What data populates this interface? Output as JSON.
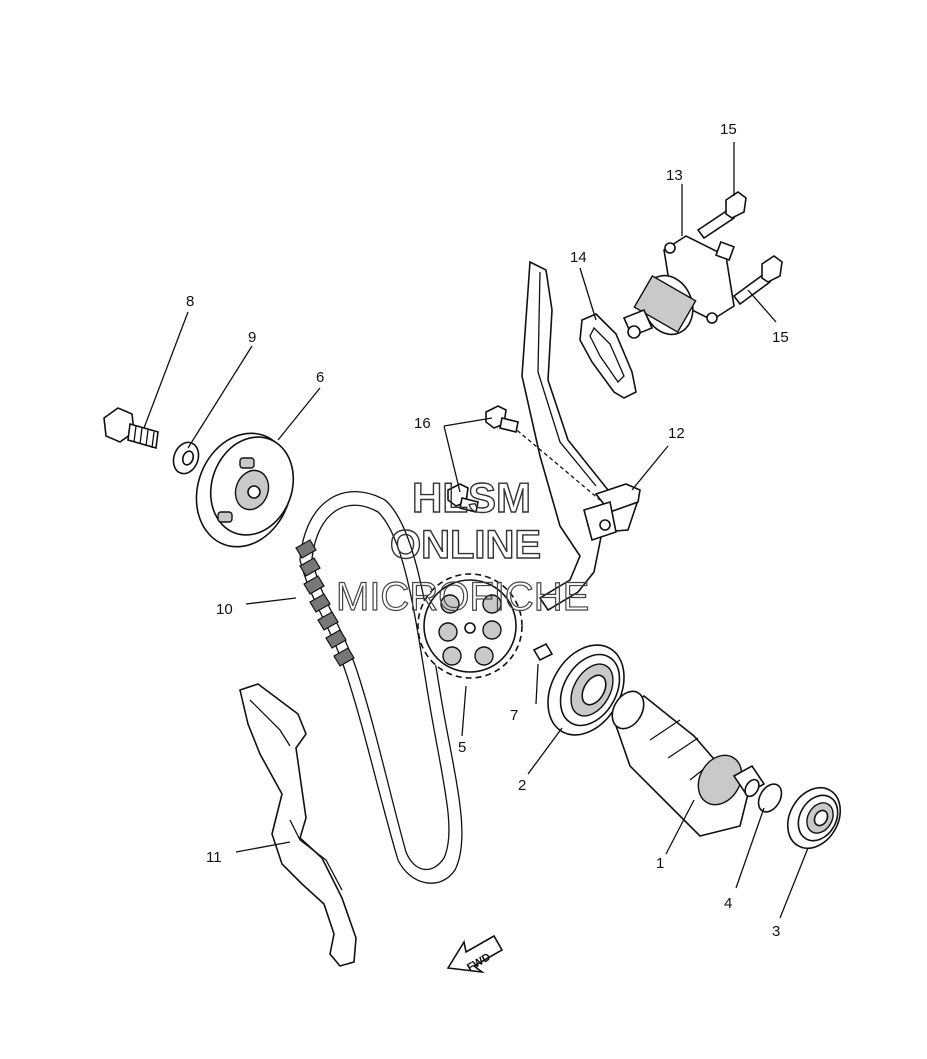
{
  "diagram": {
    "callouts": [
      {
        "id": "c1",
        "text": "1"
      },
      {
        "id": "c2",
        "text": "2"
      },
      {
        "id": "c3",
        "text": "3"
      },
      {
        "id": "c4",
        "text": "4"
      },
      {
        "id": "c5",
        "text": "5"
      },
      {
        "id": "c6",
        "text": "6"
      },
      {
        "id": "c7",
        "text": "7"
      },
      {
        "id": "c8",
        "text": "8"
      },
      {
        "id": "c9",
        "text": "9"
      },
      {
        "id": "c10",
        "text": "10"
      },
      {
        "id": "c11",
        "text": "11"
      },
      {
        "id": "c12",
        "text": "12"
      },
      {
        "id": "c13",
        "text": "13"
      },
      {
        "id": "c14",
        "text": "14"
      },
      {
        "id": "c15a",
        "text": "15"
      },
      {
        "id": "c15b",
        "text": "15"
      },
      {
        "id": "c16",
        "text": "16"
      }
    ],
    "fwd_arrow": {
      "text": "FWD"
    },
    "watermark": {
      "line1": "HLSM",
      "line2": "ONLINE",
      "line3": "MICROFICHE"
    }
  }
}
